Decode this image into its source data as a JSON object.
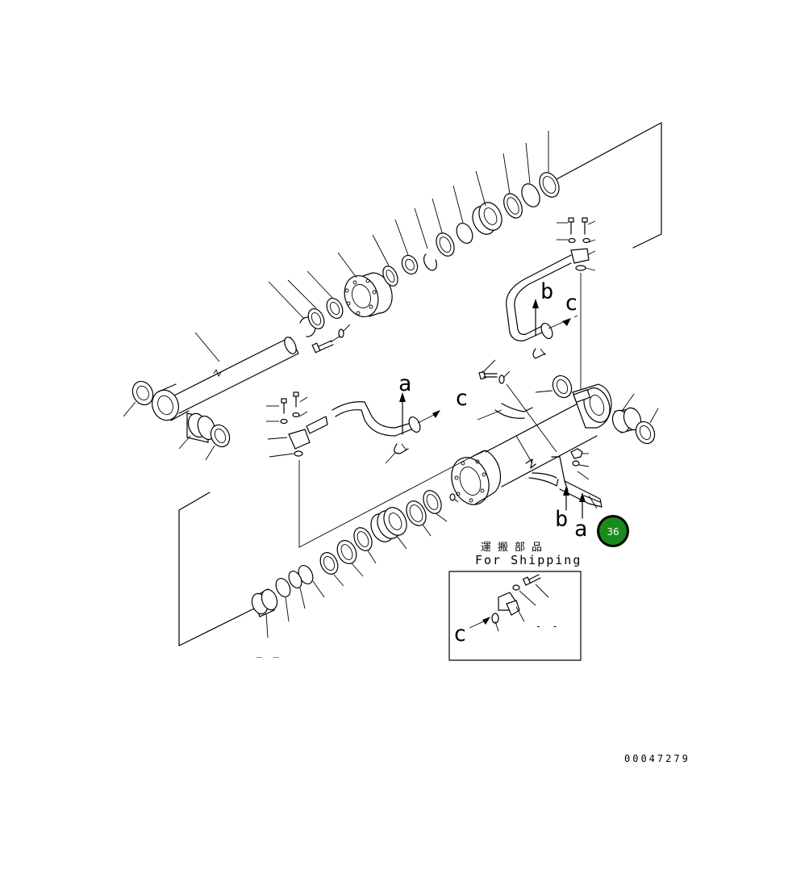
{
  "diagram": {
    "reference_letters": {
      "a_upper": "a",
      "c_upper": "c",
      "b_right": "b",
      "c_right": "c",
      "b_lower": "b",
      "a_lower": "a",
      "c_inset": "c"
    },
    "shipping_label_jp": "運搬部品",
    "shipping_label_en": "For Shipping",
    "page_badge": "36",
    "drawing_code": "00047279",
    "inset_dashes": "- -",
    "bottom_dashes": "_ _"
  },
  "colors": {
    "line": "#000000",
    "background": "#ffffff",
    "badge_fill": "#1a8a1a",
    "badge_ring": "#000000"
  }
}
